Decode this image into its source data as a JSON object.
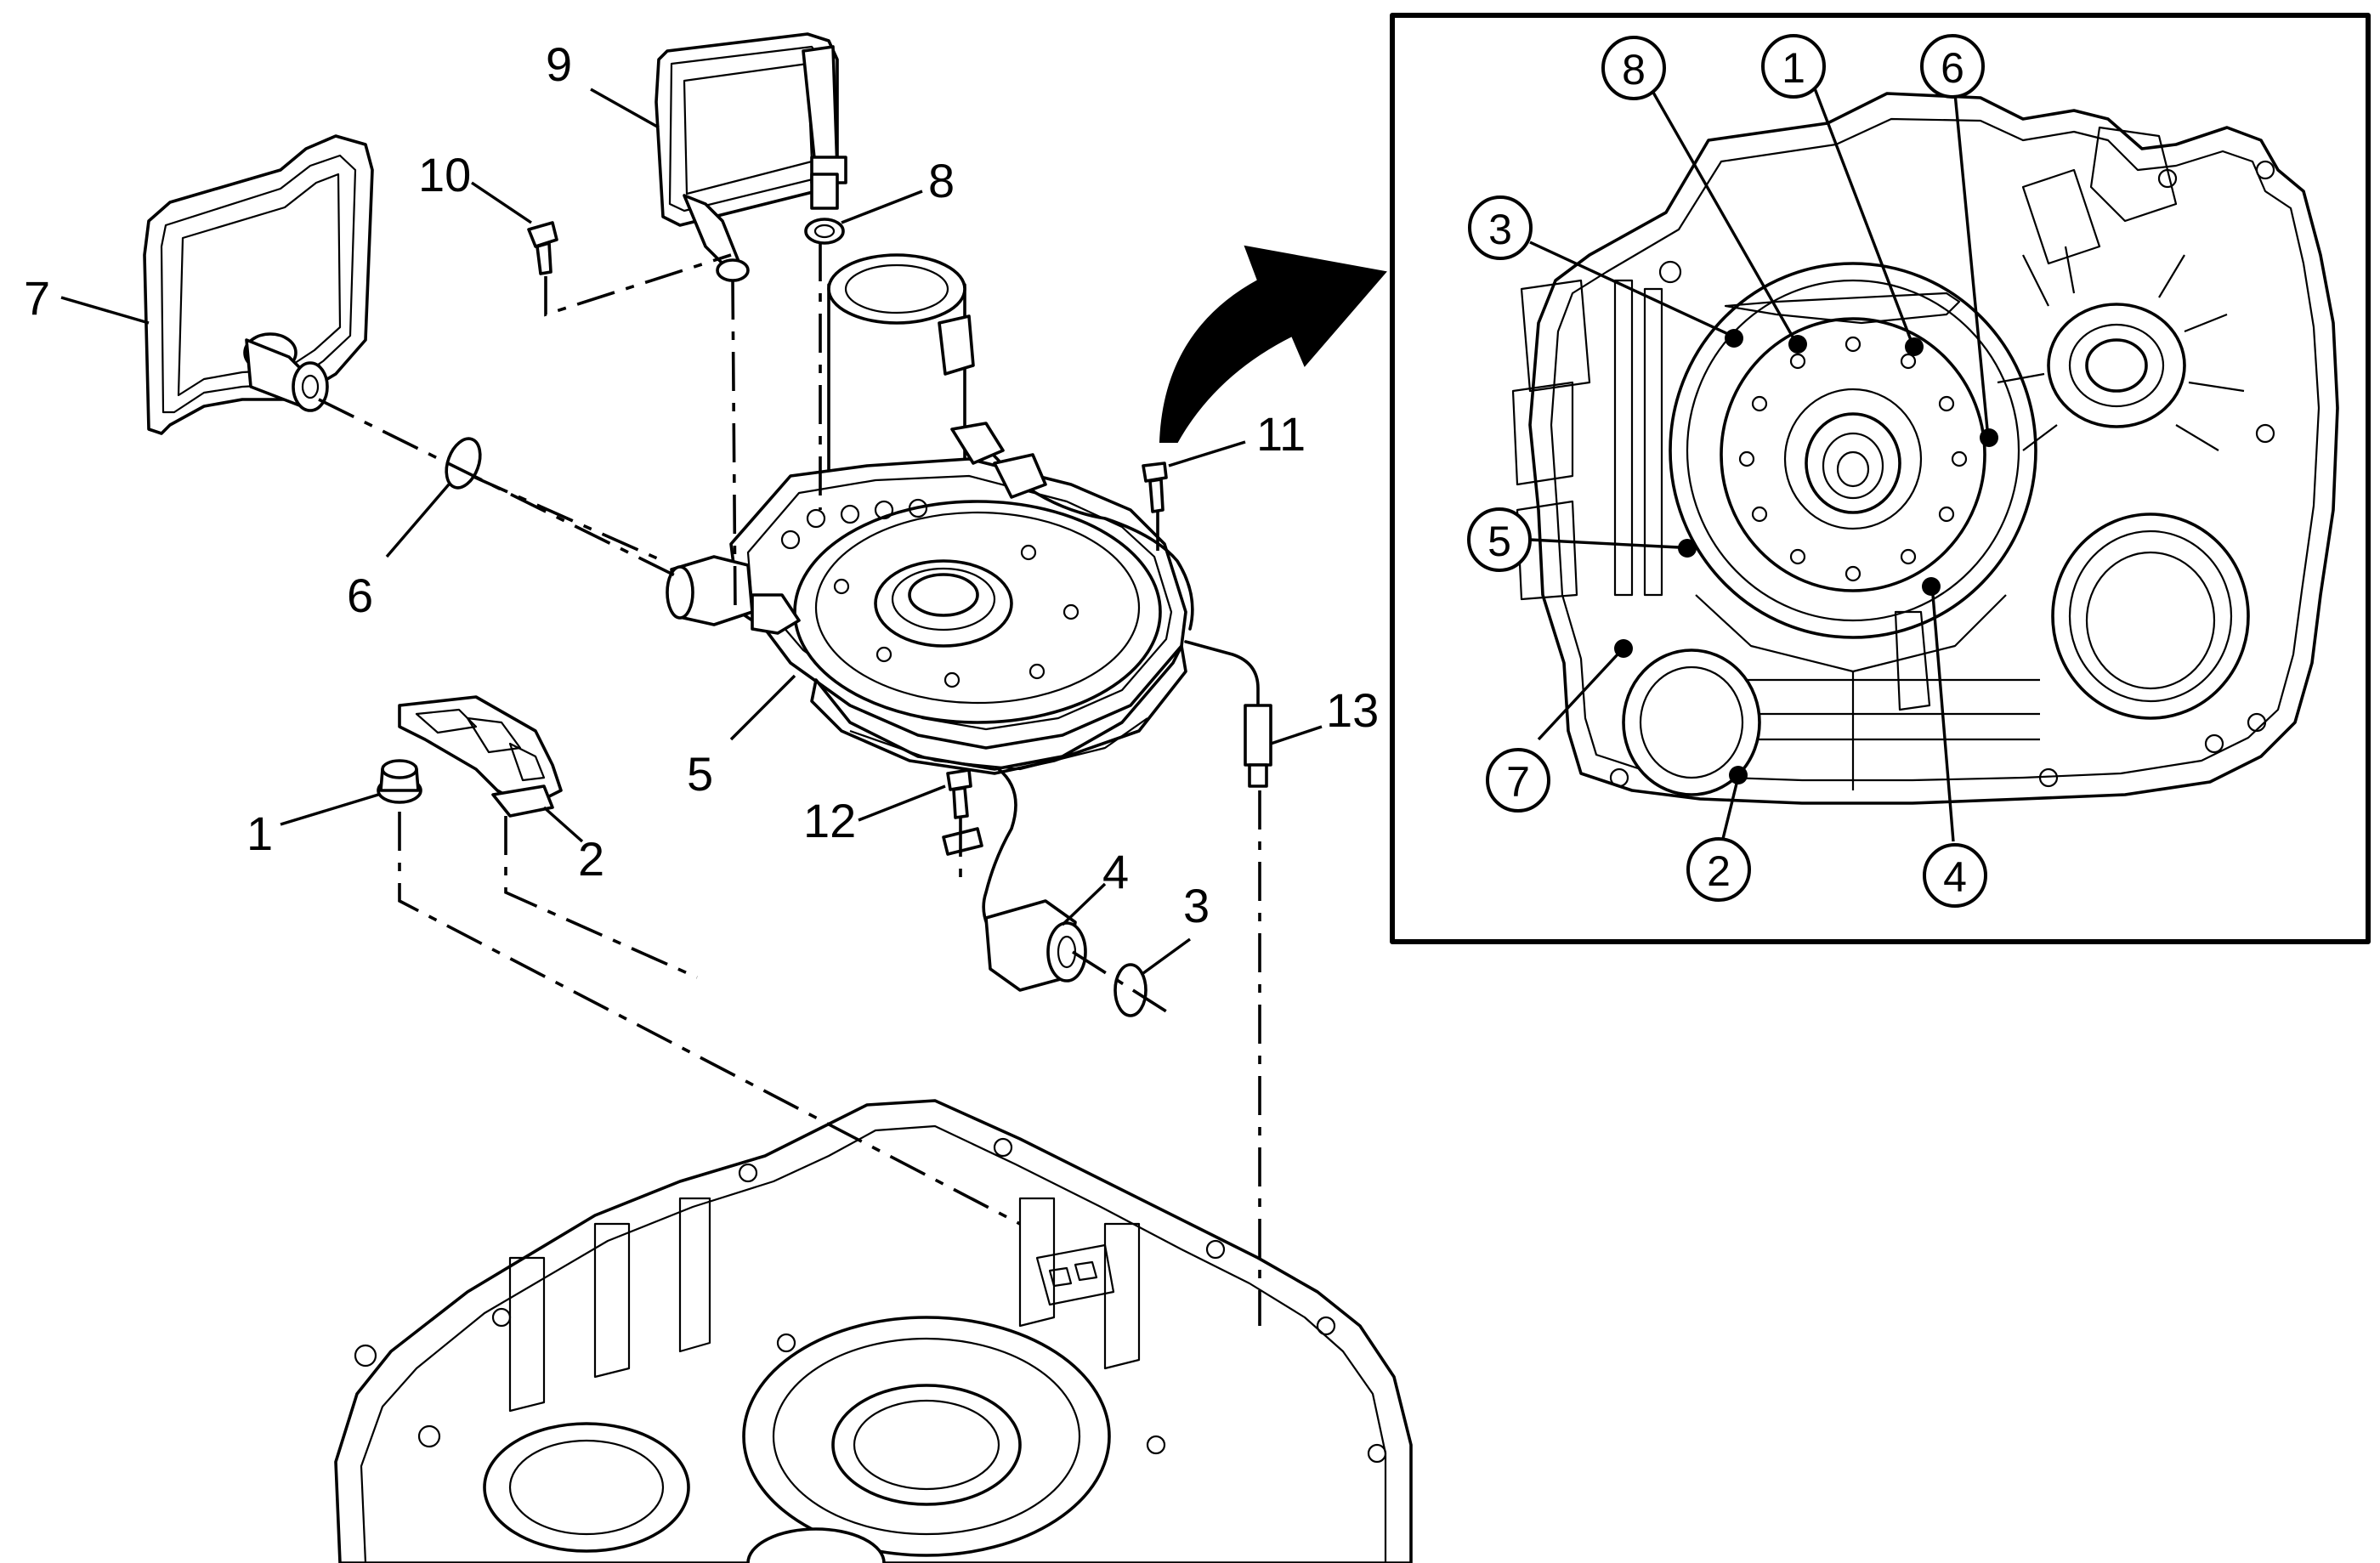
{
  "callouts": {
    "c1": "1",
    "c2": "2",
    "c3": "3",
    "c4": "4",
    "c5": "5",
    "c6": "6",
    "c7": "7",
    "c8": "8",
    "c9": "9",
    "c10": "10",
    "c11": "11",
    "c12": "12",
    "c13": "13"
  },
  "inset_callouts": {
    "i1": "1",
    "i2": "2",
    "i3": "3",
    "i4": "4",
    "i5": "5",
    "i6": "6",
    "i7": "7",
    "i8": "8"
  },
  "colors": {
    "line": "#000000",
    "background": "#ffffff"
  }
}
